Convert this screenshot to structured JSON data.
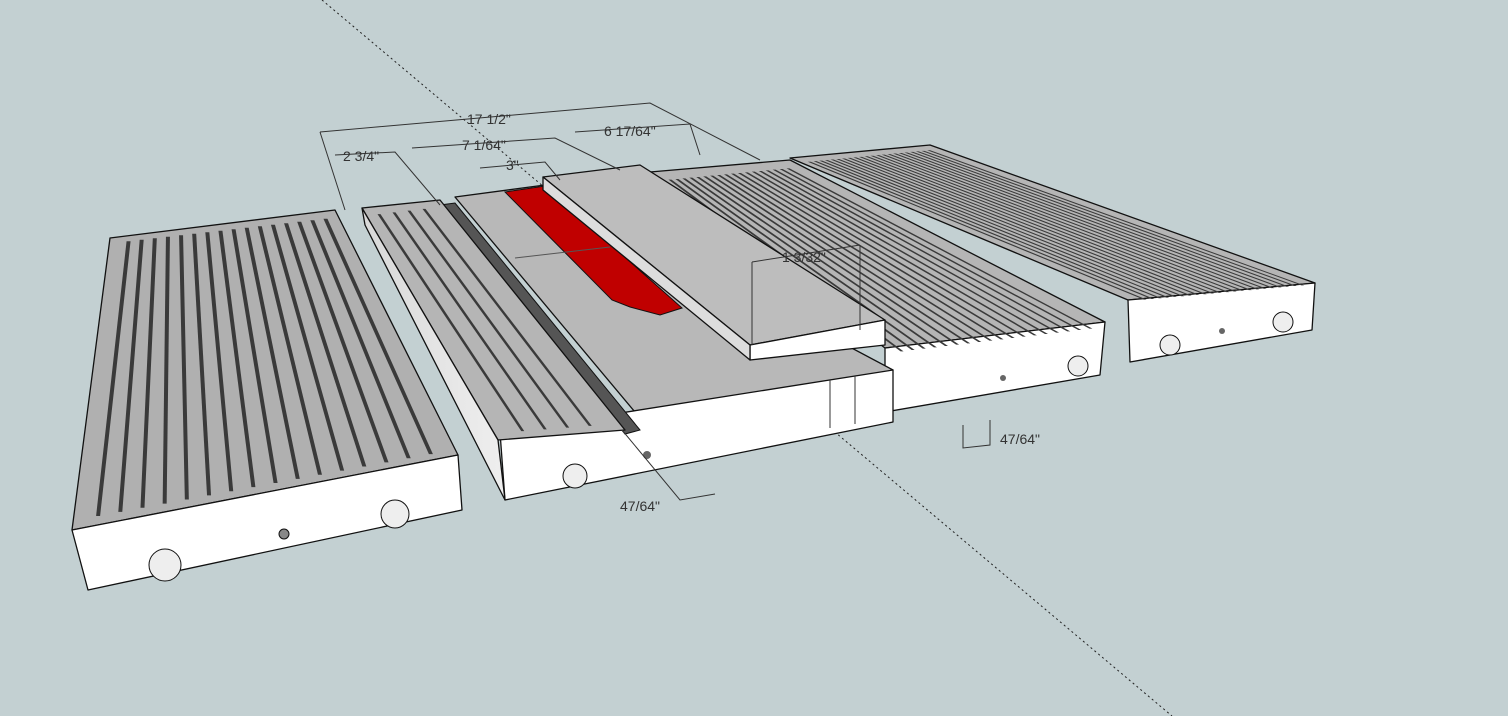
{
  "dimensions": {
    "overall_width": "17 1/2\"",
    "left_wing_offset": "2 3/4\"",
    "blade_to_fence": "7 1/64\"",
    "insert_width": "3\"",
    "right_offset": "6 17/64\"",
    "fence_height": "1 3/32\"",
    "gap_left": "47/64\"",
    "gap_right": "47/64\""
  },
  "colors": {
    "background": "#c3d0d2",
    "blade": "#c00000",
    "top_face": "#b3b3b3",
    "front_face": "#ffffff",
    "slot": "#3a3a3a"
  }
}
